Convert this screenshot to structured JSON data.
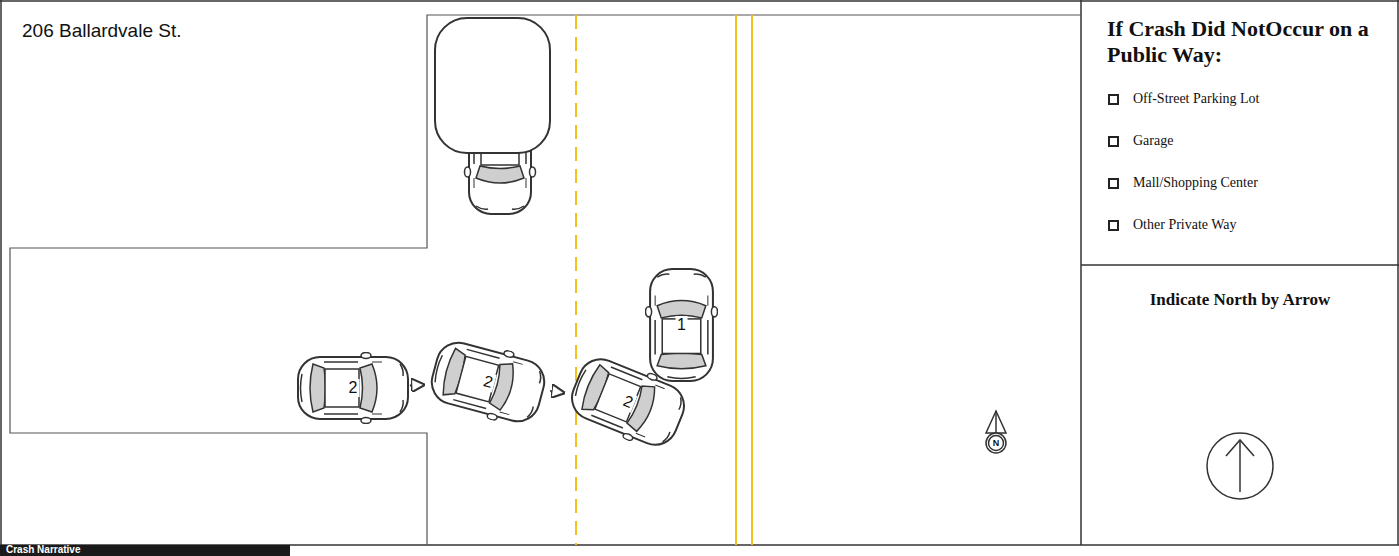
{
  "diagram": {
    "nodes": [
      {
        "text": [
          "1"
        ]
      },
      {
        "text": [
          "2"
        ]
      },
      {
        "text": [
          "2"
        ]
      },
      {
        "text": [
          "2"
        ]
      }
    ],
    "edges": [
      {
        "from": 1,
        "to": 2,
        "arrow": "to"
      },
      {
        "from": 2,
        "to": 3,
        "arrow": "to"
      }
    ],
    "labels": [
      "206 Ballardvale St.",
      "If Crash Did NotOccur on a Public Way:",
      "Off-Street Parking Lot",
      "Garage",
      "Mall/Shopping Center",
      "Other Private Way",
      "Indicate North by Arrow",
      "N",
      "Crash Narrative"
    ]
  }
}
